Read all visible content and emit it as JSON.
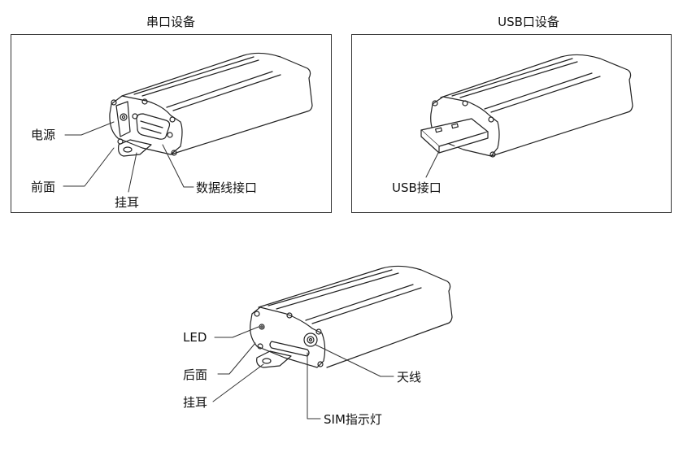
{
  "panels": {
    "serial": {
      "title": "串口设备",
      "labels": {
        "power": "电源",
        "front": "前面",
        "bracket": "挂耳",
        "data_port": "数据线接口"
      }
    },
    "usb": {
      "title": "USB口设备",
      "labels": {
        "usb_port": "USB接口"
      }
    }
  },
  "rear_view": {
    "labels": {
      "led": "LED",
      "rear": "后面",
      "bracket": "挂耳",
      "antenna": "天线",
      "sim_indicator": "SIM指示灯"
    }
  }
}
